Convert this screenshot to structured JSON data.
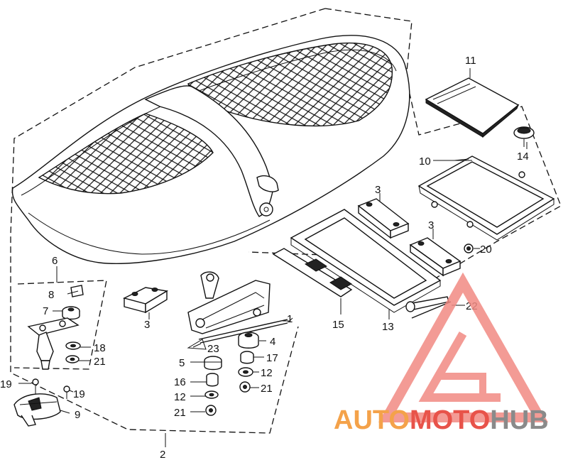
{
  "callouts": {
    "c1": "1",
    "c2": "2",
    "c3a": "3",
    "c3b": "3",
    "c3c": "3",
    "c4": "4",
    "c5": "5",
    "c6": "6",
    "c7": "7",
    "c8": "8",
    "c9": "9",
    "c10": "10",
    "c11": "11",
    "c12a": "12",
    "c12b": "12",
    "c13": "13",
    "c14": "14",
    "c15": "15",
    "c16": "16",
    "c17": "17",
    "c18": "18",
    "c19a": "19",
    "c19b": "19",
    "c20": "20",
    "c21a": "21",
    "c21b": "21",
    "c21c": "21",
    "c22": "22",
    "c23": "23"
  },
  "watermark": {
    "part1": "AUTO",
    "part2": "MOTO",
    "part3": "HUB",
    "color_orange": "#f4a24a",
    "color_red": "#e8534a",
    "color_gray": "#8a8a8a"
  }
}
